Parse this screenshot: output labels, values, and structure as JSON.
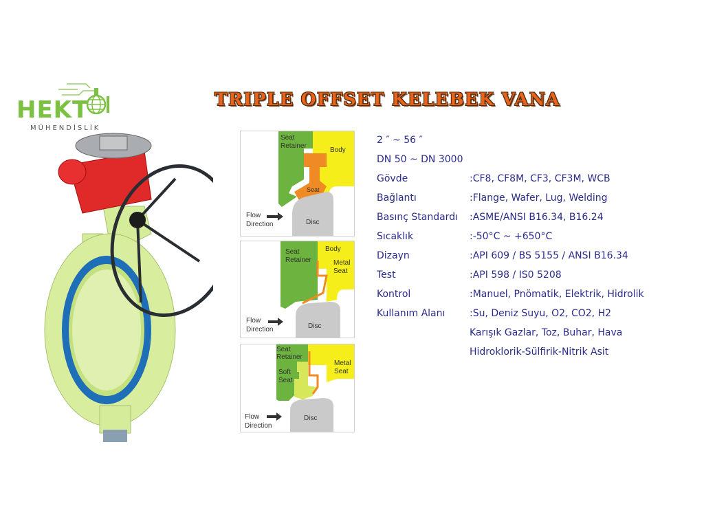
{
  "logo": {
    "name": "HEKT",
    "subtitle": "MÜHENDİSLİK"
  },
  "title": "TRIPLE OFFSET KELEBEK VANA",
  "diagrams": [
    {
      "labels": [
        "Seat",
        "Retainer",
        "Body",
        "Seat",
        "Flow",
        "Direction",
        "Disc"
      ]
    },
    {
      "labels": [
        "Seat",
        "Retainer",
        "Body",
        "Metal",
        "Seat",
        "Flow",
        "Direction",
        "Disc"
      ]
    },
    {
      "labels": [
        "Seat",
        "Retainer",
        "Soft",
        "Seat",
        "Metal",
        "Seat",
        "Flow",
        "Direction",
        "Disc"
      ]
    }
  ],
  "specs": {
    "size_inch": "2 ″ ~ 56 ″",
    "size_dn": "DN 50 ~ DN 3000",
    "rows": [
      {
        "label": "Gövde",
        "value": ":CF8, CF8M, CF3, CF3M, WCB"
      },
      {
        "label": "Bağlantı",
        "value": ":Flange, Wafer, Lug, Welding"
      },
      {
        "label": "Basınç Standardı",
        "value": ":ASME/ANSI B16.34, B16.24"
      },
      {
        "label": "Sıcaklık",
        "value": ":-50°C ~ +650°C"
      },
      {
        "label": "Dizayn",
        "value": ":API 609 / BS 5155 / ANSI B16.34"
      },
      {
        "label": "Test",
        "value": ":API 598 / IS0 5208"
      },
      {
        "label": "Kontrol",
        "value": ":Manuel, Pnömatik, Elektrik, Hidrolik"
      },
      {
        "label": "Kullanım Alanı",
        "value": ":Su, Deniz Suyu, O2, CO2, H2"
      }
    ],
    "extra": [
      " Karışık Gazlar, Toz, Buhar, Hava",
      " Hidroklorik-Sülfirik-Nitrik Asit"
    ]
  },
  "colors": {
    "title": "#e8641b",
    "text": "#2b2b8c",
    "logo": "#7dc142",
    "retainer": "#6db33f",
    "body": "#f5ee1a",
    "seat": "#f08a24",
    "disc": "#c8c8c8"
  }
}
